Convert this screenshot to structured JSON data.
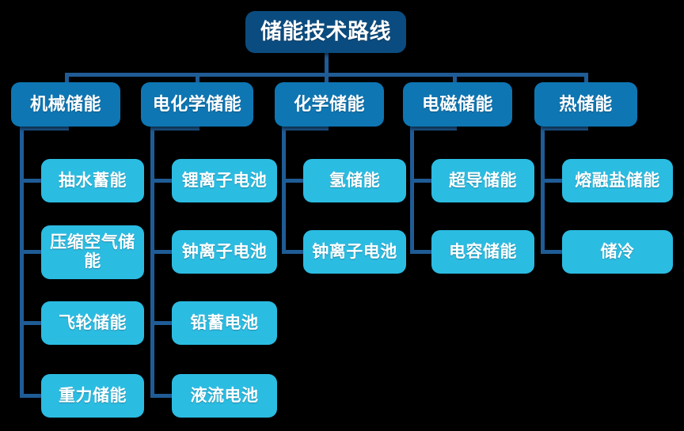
{
  "diagram": {
    "title": "储能技术路线",
    "colors": {
      "background": "#000000",
      "root": "#0B4C80",
      "level2": "#0E76B3",
      "level3": "#2BBCE2",
      "connector": "#1F5C96",
      "text": "#FFFFFF"
    },
    "root": {
      "label": "储能技术路线"
    },
    "branches": [
      {
        "label": "机械储能",
        "children": [
          {
            "label": "抽水蓄能"
          },
          {
            "label": "压缩空气储能"
          },
          {
            "label": "飞轮储能"
          },
          {
            "label": "重力储能"
          }
        ]
      },
      {
        "label": "电化学储能",
        "children": [
          {
            "label": "锂离子电池"
          },
          {
            "label": "钟离子电池"
          },
          {
            "label": "铅蓄电池"
          },
          {
            "label": "液流电池"
          }
        ]
      },
      {
        "label": "化学储能",
        "children": [
          {
            "label": "氢储能"
          },
          {
            "label": "钟离子电池"
          }
        ]
      },
      {
        "label": "电磁储能",
        "children": [
          {
            "label": "超导储能"
          },
          {
            "label": "电容储能"
          }
        ]
      },
      {
        "label": "热储能",
        "children": [
          {
            "label": "熔融盐储能"
          },
          {
            "label": "储冷"
          }
        ]
      }
    ]
  }
}
